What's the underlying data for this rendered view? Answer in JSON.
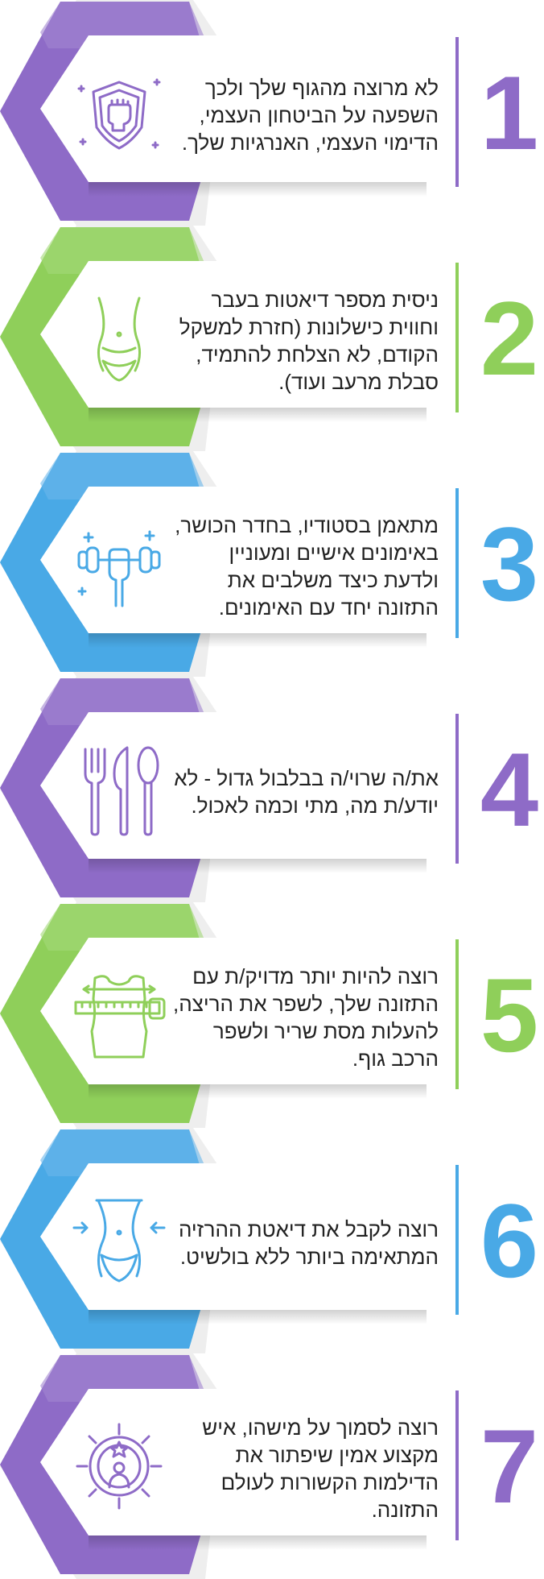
{
  "items": [
    {
      "number": "1",
      "color": "#8e6bc7",
      "icon": "empowerment-fist-shield-icon",
      "text": "לא מרוצה מהגוף שלך ולכך השפעה על הביטחון העצמי, הדימוי העצמי, האנרגיות שלך."
    },
    {
      "number": "2",
      "color": "#8fcf5a",
      "icon": "body-waist-icon",
      "text": "ניסית מספר דיאטות בעבר וחווית כישלונות (חזרת למשקל הקודם, לא הצלחת להתמיד, סבלת מרעב ועוד)."
    },
    {
      "number": "3",
      "color": "#49a9e6",
      "icon": "dumbbell-hand-icon",
      "text": "מתאמן בסטודיו, בחדר הכושר, באימונים אישיים ומעוניין ולדעת כיצד משלבים את התזונה יחד עם האימונים."
    },
    {
      "number": "4",
      "color": "#8e6bc7",
      "icon": "cutlery-icon",
      "text": "את/ה שרוי/ה בבלבול גדול - לא יודע/ת מה, מתי וכמה לאכול."
    },
    {
      "number": "5",
      "color": "#8fcf5a",
      "icon": "body-measure-tape-icon",
      "text": "רוצה להיות יותר מדויק/ת עם התזונה שלך, לשפר את הריצה, להעלות מסת שריר ולשפר הרכב גוף."
    },
    {
      "number": "6",
      "color": "#49a9e6",
      "icon": "slim-waist-arrows-icon",
      "text": "רוצה לקבל את דיאטת ההרזיה המתאימה ביותר ללא בולשיט."
    },
    {
      "number": "7",
      "color": "#8e6bc7",
      "icon": "expert-gear-icon",
      "text": "רוצה לסמוך על מישהו, איש מקצוע אמין שיפתור את הדילמות הקשורות לעולם התזונה."
    }
  ]
}
